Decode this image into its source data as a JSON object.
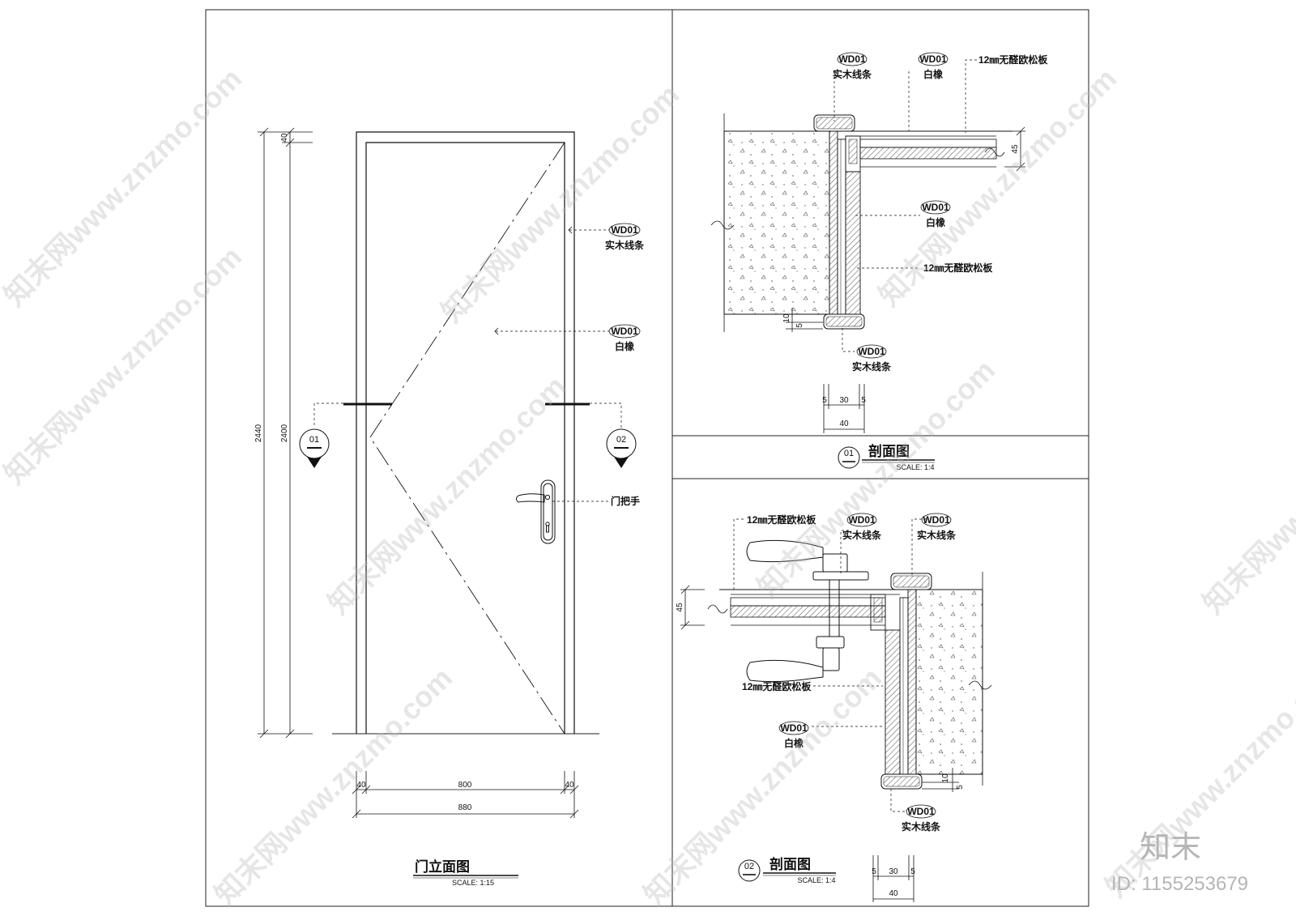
{
  "watermark": {
    "site": "知末网www.znzmo.com",
    "brand": "知末",
    "id_text": "ID: 1155253679"
  },
  "elevation": {
    "title": "门立面图",
    "scale": "SCALE: 1:15",
    "dims": {
      "total_height": "2440",
      "door_height": "2400",
      "top_gap": "40",
      "left_frame": "40",
      "door_width": "800",
      "right_frame": "40",
      "total_width": "880"
    },
    "callouts": {
      "frame": {
        "code": "WD01",
        "text": "实木线条"
      },
      "panel": {
        "code": "WD01",
        "text": "白橡"
      },
      "handle": {
        "text": "门把手"
      }
    },
    "section_marks": [
      {
        "number": "01"
      },
      {
        "number": "02"
      }
    ]
  },
  "section1": {
    "title": "剖面图",
    "number": "01",
    "scale": "SCALE: 1:4",
    "labels": {
      "top_frame": {
        "code": "WD01",
        "text": "实木线条"
      },
      "top_oak": {
        "code": "WD01",
        "text": "白橡"
      },
      "top_board": {
        "text": "12㎜无醛欧松板"
      },
      "right_oak": {
        "code": "WD01",
        "text": "白橡"
      },
      "right_board": {
        "text": "12㎜无醛欧松板"
      },
      "bottom_frame": {
        "code": "WD01",
        "text": "实木线条"
      }
    },
    "dims": {
      "thickness": "45",
      "d10": "10",
      "d5": "5",
      "w5a": "5",
      "w30": "30",
      "w5b": "5",
      "w40": "40"
    }
  },
  "section2": {
    "title": "剖面图",
    "number": "02",
    "scale": "SCALE: 1:4",
    "labels": {
      "top_board": {
        "text": "12㎜无醛欧松板"
      },
      "top_frame": {
        "code": "WD01",
        "text": "实木线条"
      },
      "top_frame_right": {
        "code": "WD01",
        "text": "实木线条"
      },
      "mid_board": {
        "text": "12㎜无醛欧松板"
      },
      "left_oak": {
        "code": "WD01",
        "text": "白橡"
      },
      "bottom_frame": {
        "code": "WD01",
        "text": "实木线条"
      }
    },
    "dims": {
      "thickness": "45",
      "d10": "10",
      "d5": "5",
      "w5a": "5",
      "w30": "30",
      "w5b": "5",
      "w40": "40"
    }
  }
}
